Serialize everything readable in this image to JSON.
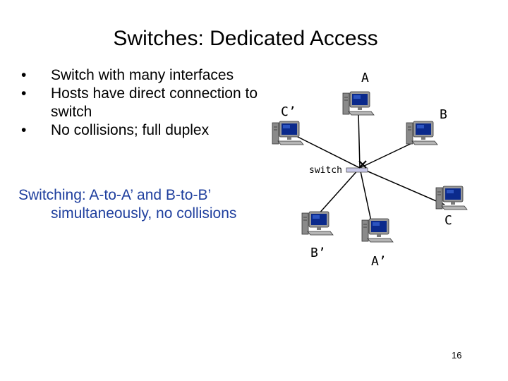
{
  "slide": {
    "title": "Switches: Dedicated Access",
    "bullets": [
      "Switch with many interfaces",
      "Hosts have direct connection to switch",
      "No collisions; full duplex"
    ],
    "switching_line1": "Switching: A-to-A’ and B-to-B’",
    "switching_line2": "simultaneously, no collisions",
    "page_number": "16"
  },
  "diagram": {
    "switch_label": "switch",
    "hosts": {
      "a": "A",
      "b": "B",
      "c": "C",
      "a_prime": "A’",
      "b_prime": "B’",
      "c_prime": "C’"
    },
    "colors": {
      "link": "#000000",
      "switch_body": "#c8c8e8",
      "screen": "#0b2a8c",
      "computer_body": "#9a9a9a"
    }
  }
}
